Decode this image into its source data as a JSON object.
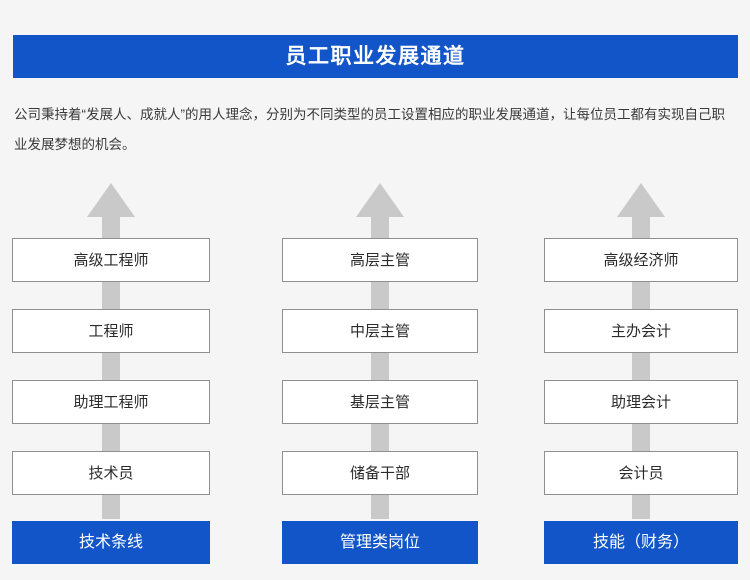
{
  "page": {
    "background_color": "#f5f5f6",
    "accent_color": "#1155c8",
    "arrow_color": "#c9c9c9",
    "box_border_color": "#8f8f8f"
  },
  "banner": {
    "title": "员工职业发展通道"
  },
  "intro": {
    "text": "公司秉持着“发展人、成就人”的用人理念，分别为不同类型的员工设置相应的职业发展通道，让每位员工都有实现自己职业发展梦想的机会。"
  },
  "columns": [
    {
      "track_label": "技术条线",
      "ranks": [
        "高级工程师",
        "工程师",
        "助理工程师",
        "技术员"
      ]
    },
    {
      "track_label": "管理类岗位",
      "ranks": [
        "高层主管",
        "中层主管",
        "基层主管",
        "储备干部"
      ]
    },
    {
      "track_label": "技能（财务）",
      "ranks": [
        "高级经济师",
        "主办会计",
        "助理会计",
        "会计员"
      ]
    }
  ]
}
